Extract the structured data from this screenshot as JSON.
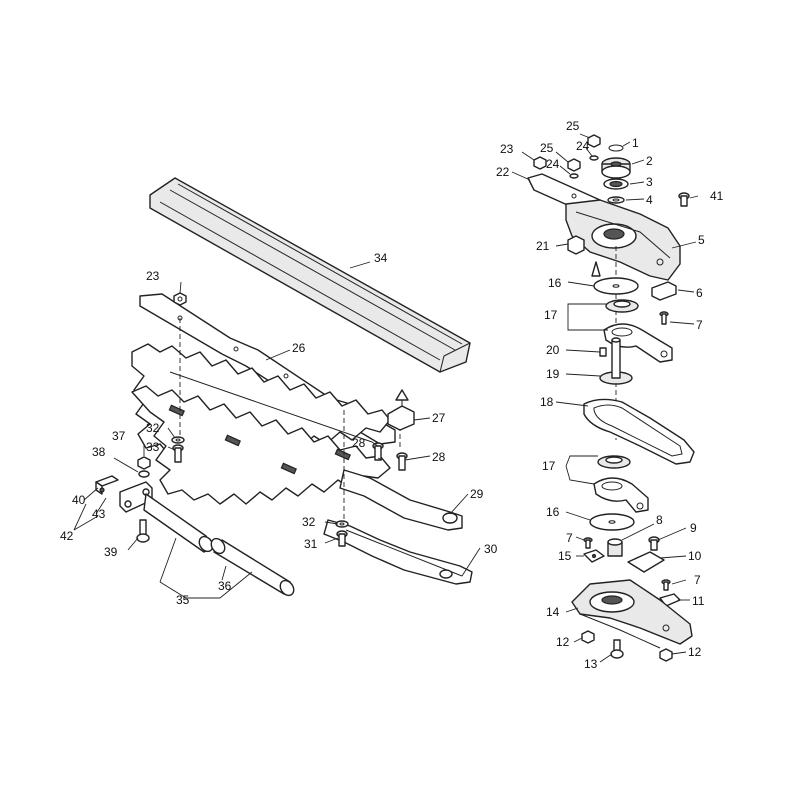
{
  "diagram": {
    "callouts": [
      {
        "id": "c1",
        "text": "1"
      },
      {
        "id": "c2",
        "text": "2"
      },
      {
        "id": "c3",
        "text": "3"
      },
      {
        "id": "c4",
        "text": "4"
      },
      {
        "id": "c5",
        "text": "5"
      },
      {
        "id": "c6",
        "text": "6"
      },
      {
        "id": "c7a",
        "text": "7"
      },
      {
        "id": "c7b",
        "text": "7"
      },
      {
        "id": "c7c",
        "text": "7"
      },
      {
        "id": "c8",
        "text": "8"
      },
      {
        "id": "c9",
        "text": "9"
      },
      {
        "id": "c10",
        "text": "10"
      },
      {
        "id": "c11",
        "text": "11"
      },
      {
        "id": "c12a",
        "text": "12"
      },
      {
        "id": "c12b",
        "text": "12"
      },
      {
        "id": "c13",
        "text": "13"
      },
      {
        "id": "c14",
        "text": "14"
      },
      {
        "id": "c15",
        "text": "15"
      },
      {
        "id": "c16a",
        "text": "16"
      },
      {
        "id": "c16b",
        "text": "16"
      },
      {
        "id": "c17a",
        "text": "17"
      },
      {
        "id": "c17b",
        "text": "17"
      },
      {
        "id": "c18",
        "text": "18"
      },
      {
        "id": "c19",
        "text": "19"
      },
      {
        "id": "c20",
        "text": "20"
      },
      {
        "id": "c21",
        "text": "21"
      },
      {
        "id": "c22",
        "text": "22"
      },
      {
        "id": "c23a",
        "text": "23"
      },
      {
        "id": "c23b",
        "text": "23"
      },
      {
        "id": "c24a",
        "text": "24"
      },
      {
        "id": "c24b",
        "text": "24"
      },
      {
        "id": "c25a",
        "text": "25"
      },
      {
        "id": "c25b",
        "text": "25"
      },
      {
        "id": "c26",
        "text": "26"
      },
      {
        "id": "c27",
        "text": "27"
      },
      {
        "id": "c28a",
        "text": "28"
      },
      {
        "id": "c28b",
        "text": "28"
      },
      {
        "id": "c29",
        "text": "29"
      },
      {
        "id": "c30",
        "text": "30"
      },
      {
        "id": "c31",
        "text": "31"
      },
      {
        "id": "c32a",
        "text": "32"
      },
      {
        "id": "c32b",
        "text": "32"
      },
      {
        "id": "c33",
        "text": "33"
      },
      {
        "id": "c34",
        "text": "34"
      },
      {
        "id": "c35",
        "text": "35"
      },
      {
        "id": "c36",
        "text": "36"
      },
      {
        "id": "c37",
        "text": "37"
      },
      {
        "id": "c38",
        "text": "38"
      },
      {
        "id": "c39",
        "text": "39"
      },
      {
        "id": "c40",
        "text": "40"
      },
      {
        "id": "c41",
        "text": "41"
      },
      {
        "id": "c42",
        "text": "42"
      },
      {
        "id": "c43",
        "text": "43"
      }
    ]
  }
}
